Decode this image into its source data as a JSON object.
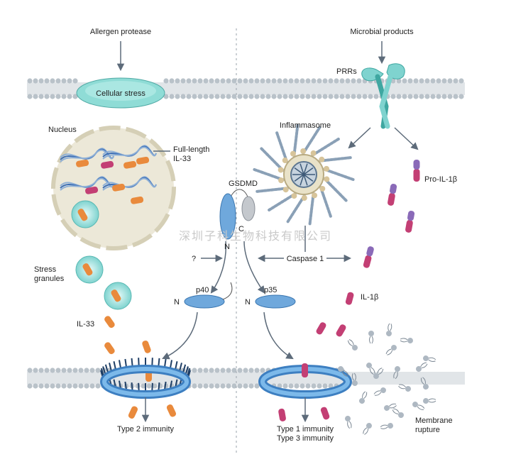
{
  "labels": {
    "allergen_protease": "Allergen protease",
    "microbial_products": "Microbial products",
    "prrs": "PRRs",
    "cellular_stress": "Cellular stress",
    "nucleus": "Nucleus",
    "full_length_1": "Full-length",
    "full_length_2": "IL-33",
    "inflammasome": "Inflammasome",
    "gsdmd": "GSDMD",
    "c_term": "C",
    "n_term": "N",
    "question": "?",
    "caspase1": "Caspase 1",
    "pro_il1b": "Pro-IL-1β",
    "stress_1": "Stress",
    "stress_2": "granules",
    "p40": "p40",
    "p35": "p35",
    "n_p40": "N",
    "n_p35": "N",
    "il1b": "IL-1β",
    "il33": "IL-33",
    "type2": "Type 2 immunity",
    "type1": "Type 1 immunity",
    "type3": "Type 3 immunity",
    "membrane_1": "Membrane",
    "membrane_2": "rupture"
  },
  "watermark": "深圳子科生物科技有限公司",
  "colors": {
    "membrane_head": "#b9c2c9",
    "membrane_tail": "#e1e5e8",
    "il33": "#e98a3c",
    "il1b": "#c33f74",
    "pro_domain": "#8a6ab8",
    "gsdmd_n": "#6fa8dc",
    "gsdmd_c": "#b8bcc2",
    "teal": "#7fd3cf",
    "nucleus_fill": "#ece8d8",
    "arrow": "#5d6b7a"
  }
}
